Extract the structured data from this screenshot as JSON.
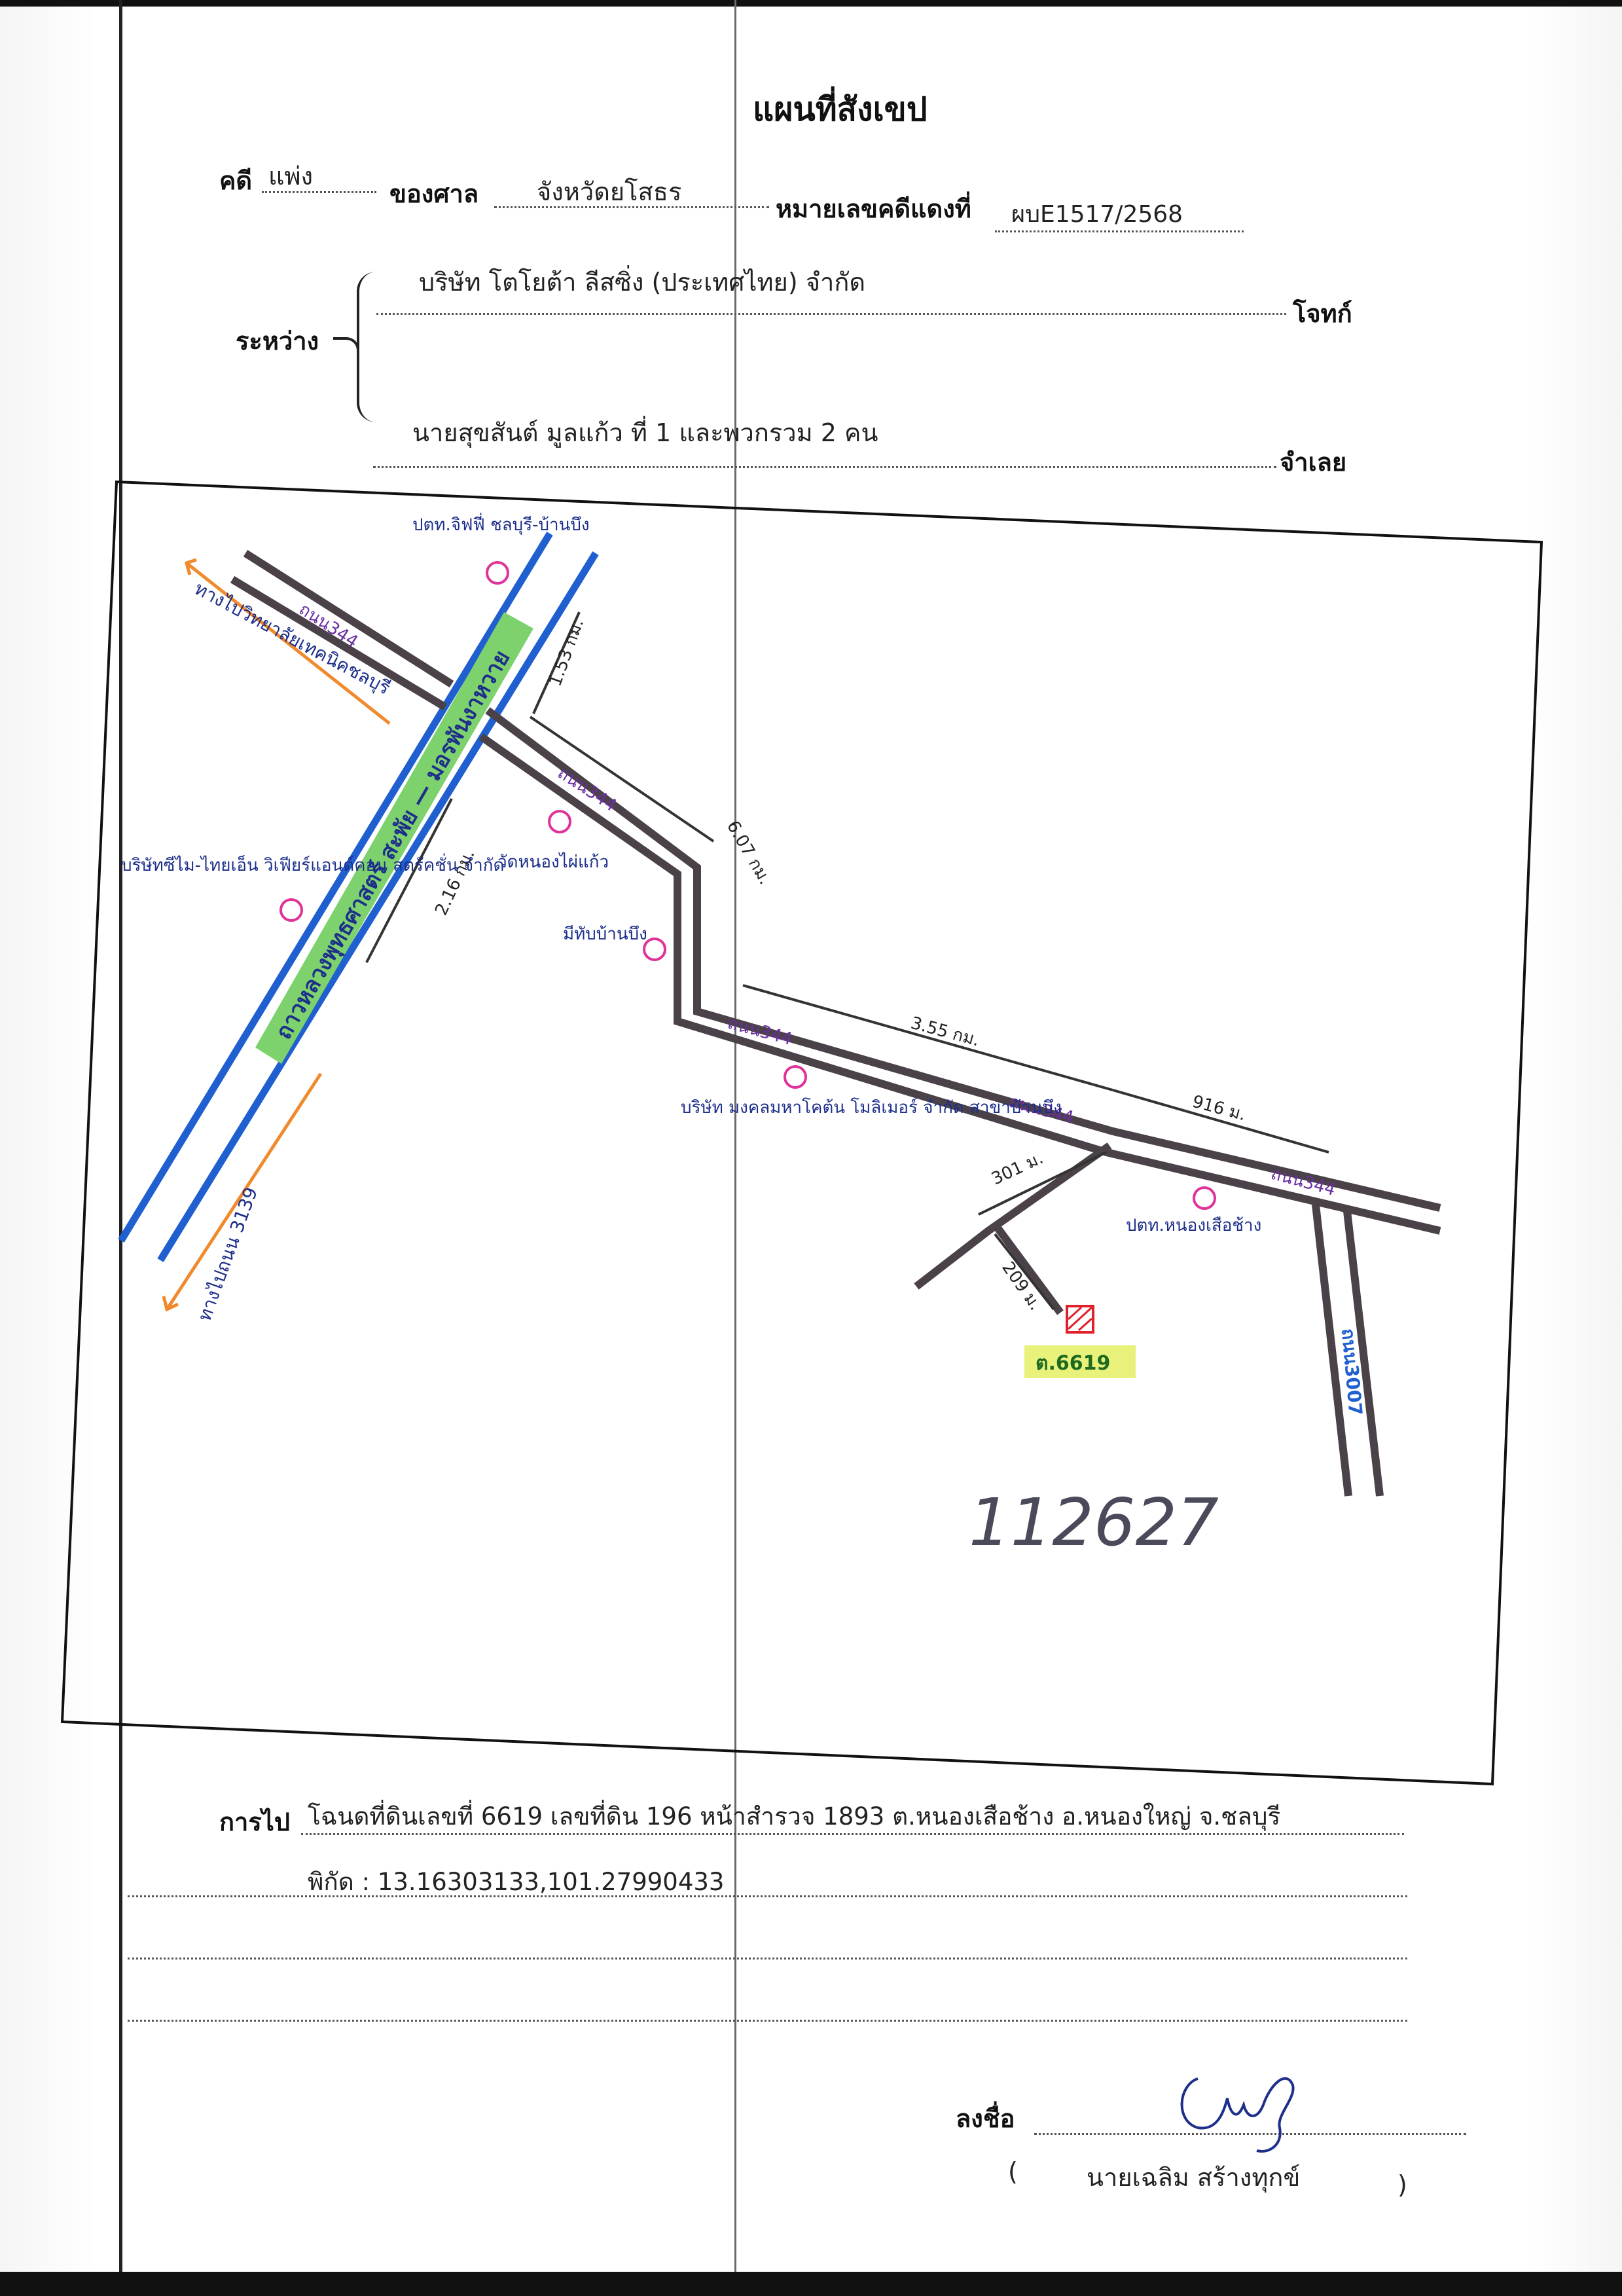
{
  "title": "แผนที่สังเขป",
  "case": {
    "case_label": "คดี",
    "case_type": "แพ่ง",
    "court_label": "ของศาล",
    "court_name": "จังหวัดยโสธร",
    "red_number_label": "หมายเลขคดีแดงที่",
    "red_number": "ผบE1517/2568"
  },
  "parties": {
    "between_label": "ระหว่าง",
    "plaintiff": "บริษัท โตโยต้า ลีสซิ่ง (ประเทศไทย) จำกัด",
    "plaintiff_label": "โจทก์",
    "defendant": "นายสุขสันต์ มูลแก้ว ที่ 1 และพวกรวม 2 คน",
    "defendant_label": "จำเลย"
  },
  "map": {
    "highway_label": "ถาวหลวงพุทธศาสตร์ สะพัย — มอรพันงาหวาย",
    "road_344_labels": [
      "ถนน344",
      "ถนน344",
      "ถนน344",
      "ถนน344",
      "ถนน344"
    ],
    "road_3007": "ถนน3007",
    "road_3139": "ทางไปถนน 3139",
    "to_university": "ทางไปวิทยาลัยเทคนิคชลบุรี",
    "dist_1": "1.53 กม.",
    "dist_2": "6.07 กม.",
    "dist_3": "2.16 กม.",
    "dist_4": "3.55 กม.",
    "dist_5": "916 ม.",
    "dist_6": "301 ม.",
    "dist_7": "209 ม.",
    "landmark_ptt_jiffy": "ปตท.จิฟฟี่ ชลบุรี-บ้านบึง",
    "landmark_temple": "วัดหนองไผ่แก้ว",
    "landmark_company_1": "บริษัทซีไม-ไทยเอ็น วิเฟียร์แอนด์คอน สตรัคชั่น จำกัด",
    "landmark_market": "มีทับบ้านบึง",
    "landmark_company_2": "บริษัท มงคลมหาโคต้น โมลิเมอร์ จำกัด สาขาบ้านบึง",
    "landmark_ptt_2": "ปตท.หนองเสือช้าง",
    "land_plot": "ต.6619",
    "handwritten_number": "112627"
  },
  "directions": {
    "label": "การไป",
    "line_1": "โฉนดที่ดินเลขที่ 6619 เลขที่ดิน 196 หน้าสำรวจ 1893 ต.หนองเสือช้าง อ.หนองใหญ่ จ.ชลบุรี",
    "line_2": "พิกัด : 13.16303133,101.27990433"
  },
  "signature": {
    "label": "ลงชื่อ",
    "open_paren": "(",
    "name": "นายเฉลิม สร้างทุกข์",
    "close_paren": ")"
  },
  "colors": {
    "road": "#4a4248",
    "road_fill": "#ffffff",
    "highway_blue": "#1f5fd0",
    "highlight_green": "#7ed26e",
    "highlight_yellow": "#e8f27a",
    "landmark_pink": "#e0339a",
    "label_purple": "#6a2fa0",
    "arrow_orange": "#f08a2c",
    "ink_blue": "#1d2f8a",
    "plot_red": "#e0202a"
  }
}
